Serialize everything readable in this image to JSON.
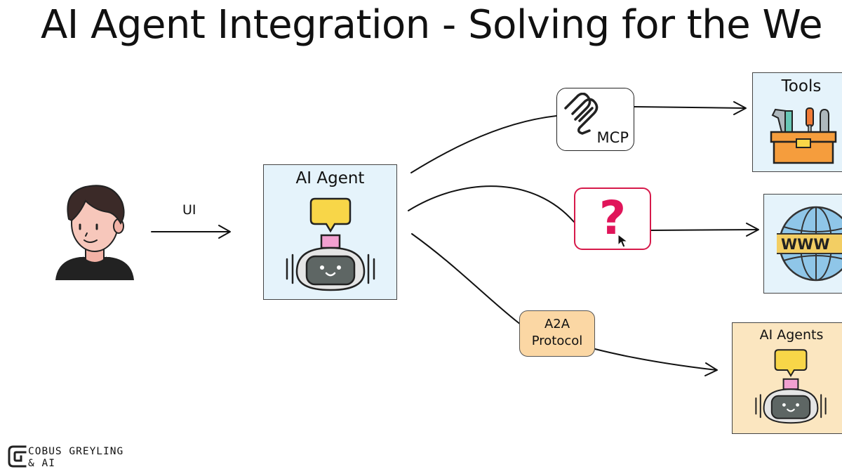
{
  "title": "AI Agent Integration - Solving for the We",
  "edge_ui_label": "UI",
  "agent": {
    "title": "AI Agent"
  },
  "mcp": {
    "label": "MCP"
  },
  "unknown": {
    "label": "?"
  },
  "a2a": {
    "line1": "A2A",
    "line2": "Protocol"
  },
  "tools": {
    "title": "Tools"
  },
  "web": {
    "label": "WWW"
  },
  "agents": {
    "title": "AI Agents"
  },
  "brand": {
    "line1": "COBUS GREYLING",
    "line2": "& AI"
  },
  "colors": {
    "light_blue": "#e5f3fb",
    "light_orange": "#fbe6c0",
    "a2a_orange": "#fbd7a4",
    "question_red": "#e0155a",
    "bubble_yellow": "#f8d648",
    "robot_pink": "#f2a0d0"
  },
  "icons": [
    "person-avatar-icon",
    "robot-icon",
    "speech-bubble-icon",
    "mcp-logo-icon",
    "cursor-icon",
    "toolbox-icon",
    "globe-icon"
  ]
}
